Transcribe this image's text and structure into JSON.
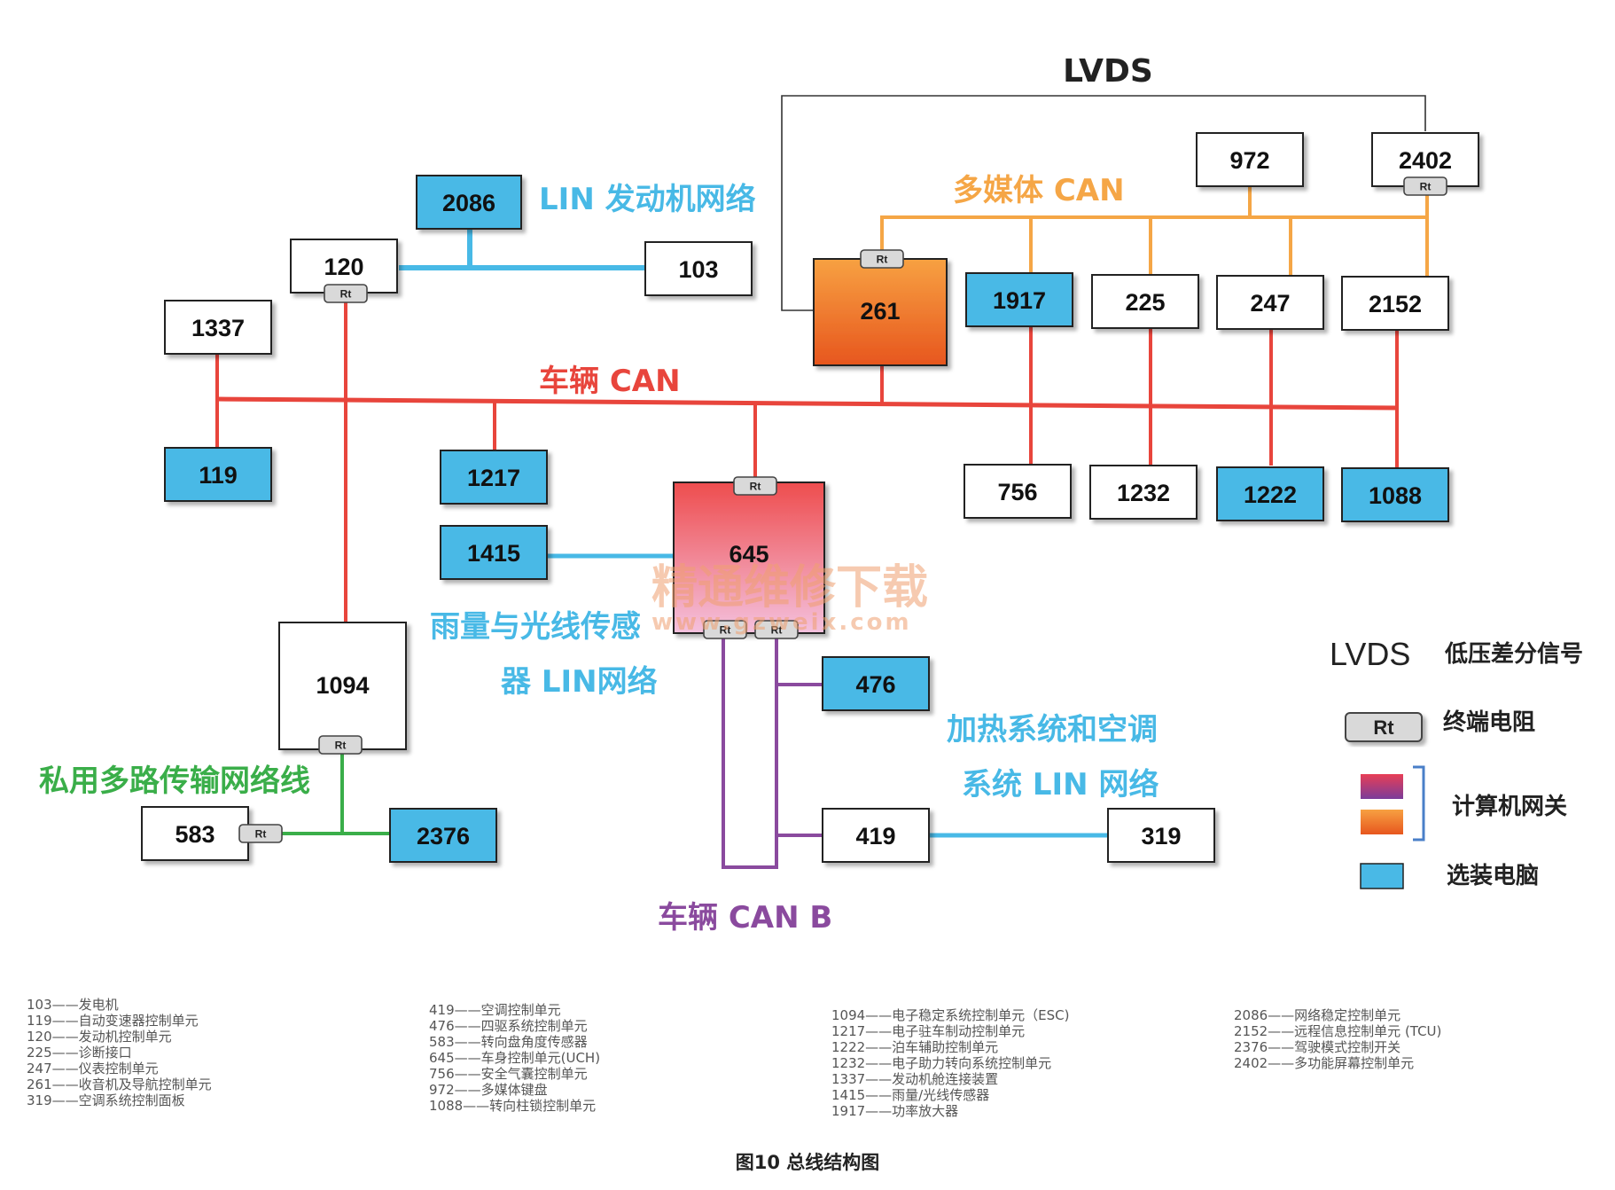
{
  "colors": {
    "vehicle_can": "#e8453c",
    "multimedia_can": "#f5a646",
    "lin": "#48b9e6",
    "can_b": "#8a4a9e",
    "private": "#3aae49",
    "lvds": "#333333",
    "optional_fill": "#49b9e6",
    "plain_fill": "#ffffff"
  },
  "network_labels": {
    "lvds_top": "LVDS",
    "multimedia_can": "多媒体 CAN",
    "lin_engine": "LIN 发动机网络",
    "vehicle_can": "车辆 CAN",
    "rain_light_lin_1": "雨量与光线传感",
    "rain_light_lin_2": "器 LIN网络",
    "heating_lin_1": "加热系统和空调",
    "heating_lin_2": "系统 LIN 网络",
    "private_network": "私用多路传输网络线",
    "vehicle_can_b": "车辆 CAN B"
  },
  "nodes": {
    "n972": "972",
    "n2402": "2402",
    "n2086": "2086",
    "n120": "120",
    "n103": "103",
    "n1337": "1337",
    "n261": "261",
    "n1917": "1917",
    "n225": "225",
    "n247": "247",
    "n2152": "2152",
    "n119": "119",
    "n1217": "1217",
    "n645": "645",
    "n756": "756",
    "n1232": "1232",
    "n1222": "1222",
    "n1088": "1088",
    "n1415": "1415",
    "n1094": "1094",
    "n476": "476",
    "n583": "583",
    "n2376": "2376",
    "n419": "419",
    "n319": "319"
  },
  "rt_label": "Rt",
  "legend": {
    "lvds_term": "LVDS",
    "lvds_desc": "低压差分信号",
    "rt_desc": "终端电阻",
    "gateway_desc": "计算机网关",
    "optional_desc": "选装电脑"
  },
  "key_col1": [
    "103——发电机",
    "119——自动变速器控制单元",
    "120——发动机控制单元",
    "225——诊断接口",
    "247——仪表控制单元",
    "261——收音机及导航控制单元",
    "319——空调系统控制面板"
  ],
  "key_col2": [
    "419——空调控制单元",
    "476——四驱系统控制单元",
    "583——转向盘角度传感器",
    "645——车身控制单元(UCH)",
    "756——安全气囊控制单元",
    "972——多媒体键盘",
    "1088——转向柱锁控制单元"
  ],
  "key_col3": [
    "1094——电子稳定系统控制单元（ESC)",
    "1217——电子驻车制动控制单元",
    "1222——泊车辅助控制单元",
    "1232——电子助力转向系统控制单元",
    "1337——发动机舱连接装置",
    "1415——雨量/光线传感器",
    "1917——功率放大器"
  ],
  "key_col4": [
    "2086——网络稳定控制单元",
    "2152——远程信息控制单元 (TCU)",
    "2376——驾驶模式控制开关",
    "2402——多功能屏幕控制单元"
  ],
  "caption": "图10 总线结构图",
  "watermark_cn": "精通维修下载",
  "watermark_url": "www.gzweix.com"
}
